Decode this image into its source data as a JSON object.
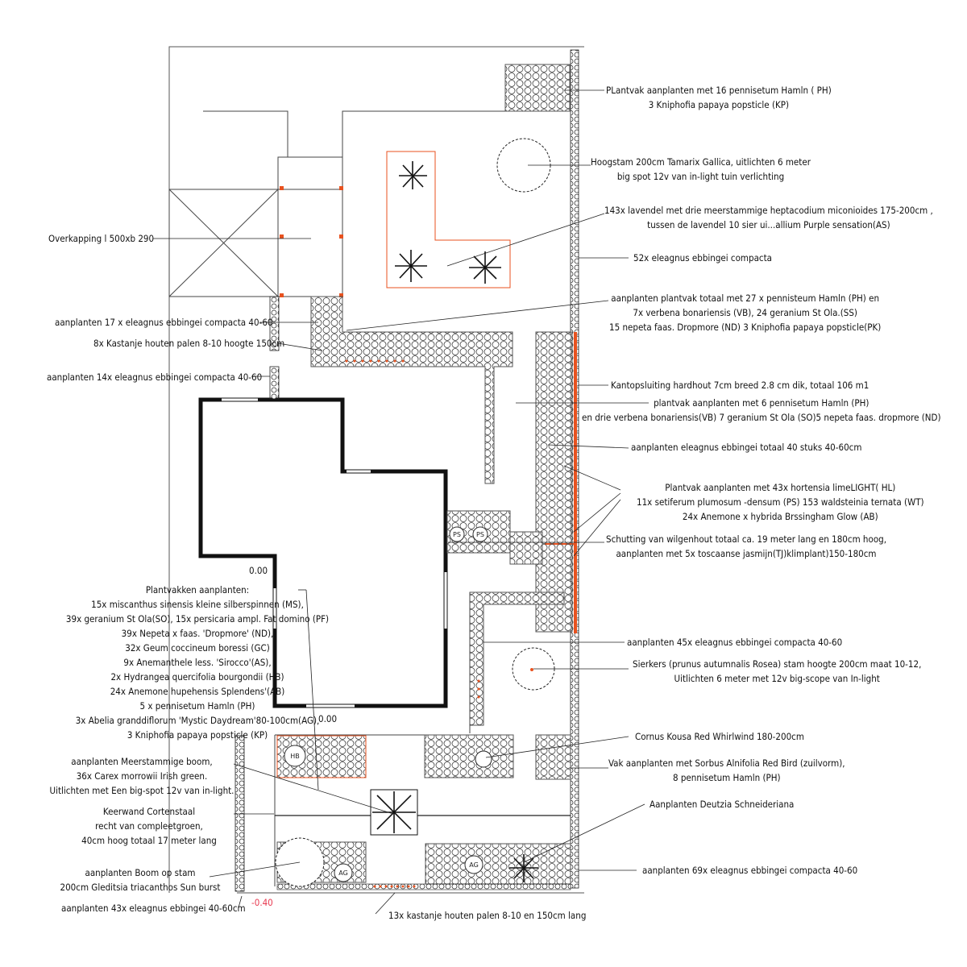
{
  "labels": {
    "ph16": [
      "PLantvak aanplanten met 16 pennisetum Hamln ( PH)",
      "3 Kniphofia papaya popsticle (KP)"
    ],
    "tamarix": [
      "Hoogstam 200cm Tamarix Gallica, uitlichten 6 meter",
      "big spot 12v van in-light tuin verlichting"
    ],
    "lavendel": [
      "143x lavendel met drie meerstammige heptacodium miconioides 175-200cm ,",
      "tussen de  lavendel 10 sier ui...allium Purple sensation(AS)"
    ],
    "overkapping": [
      "Overkapping l 500xb 290"
    ],
    "eleagnus52": [
      "52x eleagnus ebbingei compacta"
    ],
    "ph27": [
      "aanplanten plantvak totaal met 27 x pennisteum Hamln (PH) en",
      "7x verbena bonariensis (VB), 24 geranium St Ola.(SS)",
      "15 nepeta faas. Dropmore (ND) 3 Kniphofia papaya popsticle(PK)"
    ],
    "eleagnus17": [
      "aanplanten 17 x eleagnus ebbingei compacta 40-60"
    ],
    "kastanje8": [
      "8x Kastanje houten palen 8-10 hoogte 150cm"
    ],
    "eleagnus14": [
      "aanplanten 14x eleagnus ebbingei compacta 40-60"
    ],
    "kantop": [
      "Kantopsluiting hardhout 7cm breed 2.8 cm dik, totaal 106 m1"
    ],
    "ph6": [
      "plantvak aanplanten met 6 pennisetum Hamln (PH)",
      "en drie verbena bonariensis(VB) 7 geranium St Ola (SO)5 nepeta faas. dropmore (ND)"
    ],
    "eleagnus40": [
      "aanplanten eleagnus ebbingei totaal 40 stuks 40-60cm"
    ],
    "hortensia": [
      "Plantvak aanplanten met 43x hortensia limeLIGHT( HL)",
      "11x setiferum plumosum -densum (PS) 153 waldsteinia ternata (WT)",
      "24x Anemone x hybrida Brssingham Glow (AB)"
    ],
    "schutting": [
      "Schutting van wilgenhout totaal ca.  19 meter lang en 180cm hoog,",
      "aanplanten met 5x toscaanse jasmijn(TJ)klimplant)150-180cm"
    ],
    "plantvakken": [
      "Plantvakken aanplanten:",
      "15x miscanthus sinensis kleine silberspinnen (MS),",
      "39x geranium St Ola(SO), 15x persicaria ampl. Fat domino (PF)",
      "39x Nepeta x faas. 'Dropmore' (ND),",
      "32x Geum coccineum boressi (GC)",
      "9x Anemanthele less. 'Sirocco'(AS),",
      "2x Hydrangea quercifolia bourgondii (HB)",
      "24x Anemone hupehensis Splendens'(AB)",
      "5 x pennisetum Hamln (PH)",
      "3x Abelia granddiflorum 'Mystic Daydream'80-100cm(AG),",
      "3 Kniphofia papaya popsticle (KP)"
    ],
    "eleagnus45": [
      "aanplanten 45x eleagnus ebbingei compacta 40-60"
    ],
    "sierkers": [
      "Sierkers (prunus autumnalis  Rosea) stam hoogte 200cm maat 10-12,",
      "Uitlichten 6 meter met 12v big-scope van In-light"
    ],
    "cornus": [
      "Cornus Kousa Red Whirlwind 180-200cm"
    ],
    "sorbus": [
      "Vak aanplanten met Sorbus Alnifolia Red Bird (zuilvorm),",
      "8 pennisetum Hamln (PH)"
    ],
    "meerstammige": [
      "aanplanten Meerstammige  boom,",
      "36x Carex morrowii Irish green.",
      "Uitlichten met Een big-spot 12v  van in-light."
    ],
    "keerwand": [
      "Keerwand Cortenstaal",
      "recht  van compleetgroen,",
      "40cm hoog totaal 17 meter lang"
    ],
    "deutzia": [
      "Aanplanten Deutzia Schneideriana"
    ],
    "boom": [
      "aanplanten Boom op stam",
      "200cm Gleditsia triacanthos Sun burst"
    ],
    "eleagnus69": [
      "aanplanten 69x  eleagnus ebbingei compacta 40-60"
    ],
    "eleagnus43": [
      "aanplanten 43x eleagnus ebbingei 40-60cm"
    ],
    "kastanje13": [
      "13x kastanje houten palen 8-10 en 150cm lang"
    ],
    "level_upper": "0.00",
    "level_lower": "0.00",
    "level_red": "-0.40"
  },
  "colors": {
    "line": "#111111",
    "accent": "#e8521f",
    "level": "#e8384f"
  },
  "icons": [
    "tree-canopy-icon",
    "star-shrub-icon",
    "plant-circle-icon"
  ]
}
